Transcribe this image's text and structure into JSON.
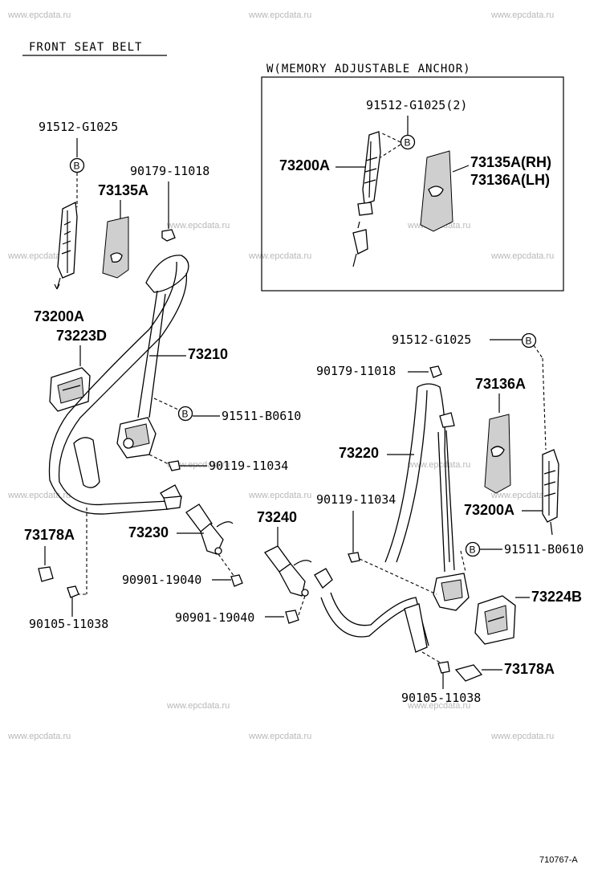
{
  "title": "FRONT SEAT BELT",
  "inset_title": "W(MEMORY ADJUSTABLE ANCHOR)",
  "figure_code": "710767-A",
  "watermark": "www.epcdata.ru",
  "bolt_marker": "B",
  "parts": {
    "p91512_left": "91512-G1025",
    "p90179_left": "90179-11018",
    "p73135A": "73135A",
    "p73200A_left": "73200A",
    "p73223D": "73223D",
    "p73210": "73210",
    "p91511_left": "91511-B0610",
    "p90119_left": "90119-11034",
    "p73178A_left": "73178A",
    "p73230": "73230",
    "p90901_upper": "90901-19040",
    "p90105_left": "90105-11038",
    "p91512_inset": "91512-G1025(2)",
    "p73200A_inset": "73200A",
    "p73135A_rh": "73135A(RH)",
    "p73136A_lh": "73136A(LH)",
    "p91512_right": "91512-G1025",
    "p90179_right": "90179-11018",
    "p73136A": "73136A",
    "p73220": "73220",
    "p90119_right": "90119-11034",
    "p73240": "73240",
    "p73200A_right": "73200A",
    "p91511_right": "91511-B0610",
    "p73224B": "73224B",
    "p90901_lower": "90901-19040",
    "p73178A_right": "73178A",
    "p90105_right": "90105-11038"
  }
}
